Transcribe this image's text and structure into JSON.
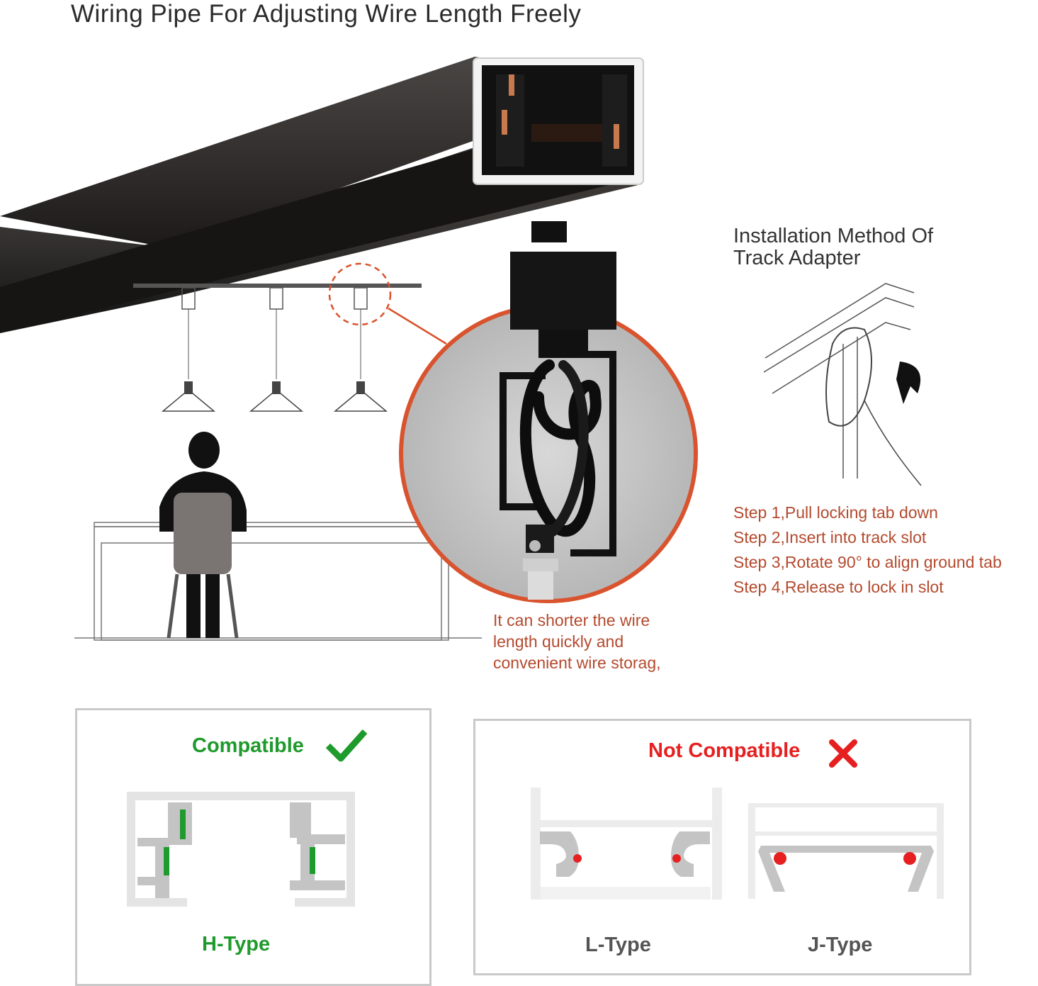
{
  "title": "Wiring Pipe For Adjusting Wire Length Freely",
  "installation": {
    "title_line1": "Installation Method Of",
    "title_line2": "Track Adapter",
    "steps": [
      "Step 1,Pull locking tab down",
      "Step 2,Insert into track slot",
      "Step 3,Rotate 90° to align ground tab",
      "Step 4,Release to lock in slot"
    ]
  },
  "wire_note": {
    "line1": "It can shorter the wire",
    "line2": "length quickly and",
    "line3": "convenient wire storag,"
  },
  "compatible": {
    "label": "Compatible",
    "type": "H-Type"
  },
  "not_compatible": {
    "label": "Not Compatible",
    "types": [
      "L-Type",
      "J-Type"
    ]
  },
  "colors": {
    "accent_orange": "#d8532e",
    "step_text": "#b44a2e",
    "compatible_green": "#1f9a2c",
    "not_compatible_red": "#e62020"
  }
}
